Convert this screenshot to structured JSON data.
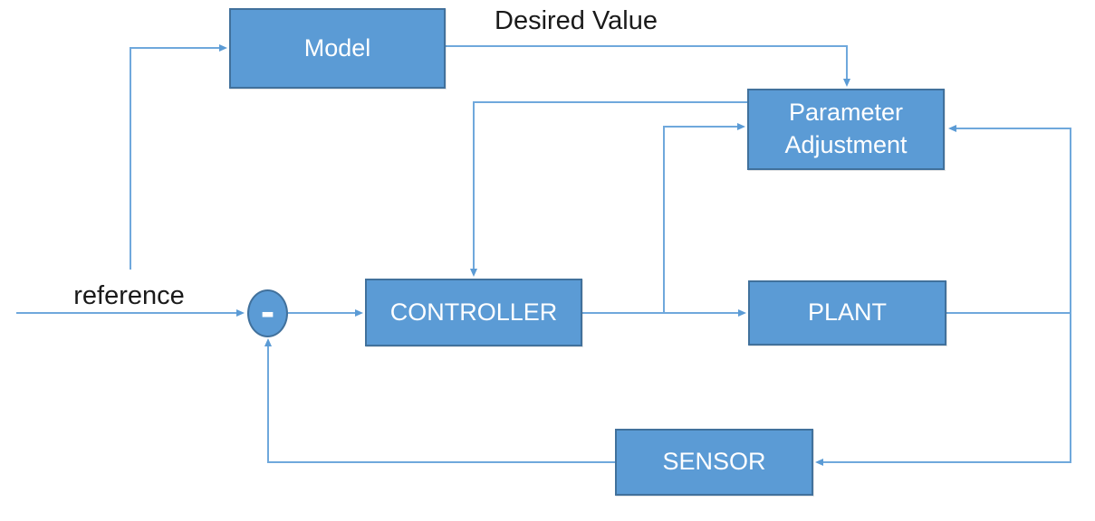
{
  "diagram_type": "block-diagram",
  "colors": {
    "node_fill": "#5B9BD5",
    "node_border": "#41719C",
    "connector": "#6FA8DC",
    "arrow": "#5B9BD5",
    "label_text": "#1a1a1a",
    "node_text": "#FFFFFF",
    "background": "#FFFFFF"
  },
  "labels": {
    "reference": "reference",
    "desired_value": "Desired Value"
  },
  "nodes": {
    "model": {
      "label": "Model"
    },
    "parameter_adjustment": {
      "label": "Parameter Adjustment"
    },
    "controller": {
      "label": "CONTROLLER"
    },
    "plant": {
      "label": "PLANT"
    },
    "sensor": {
      "label": "SENSOR"
    },
    "sum_junction": {
      "sign": "-"
    }
  },
  "edges": [
    {
      "from": "reference-input",
      "to": "sum-junction",
      "label": "reference",
      "arrow": true
    },
    {
      "from": "reference-input",
      "to": "model",
      "arrow": true
    },
    {
      "from": "model",
      "to": "parameter-adjustment",
      "label": "Desired Value",
      "arrow": true,
      "into": "top"
    },
    {
      "from": "parameter-adjustment",
      "to": "controller",
      "arrow": true,
      "into": "top"
    },
    {
      "from": "sum-junction",
      "to": "controller",
      "arrow": true,
      "into": "left"
    },
    {
      "from": "controller",
      "to": "plant",
      "arrow": true,
      "into": "left"
    },
    {
      "from": "controller-output-branch",
      "to": "parameter-adjustment",
      "arrow": true,
      "into": "left"
    },
    {
      "from": "plant-output",
      "to": "parameter-adjustment",
      "arrow": true,
      "into": "right"
    },
    {
      "from": "plant-output",
      "to": "sensor",
      "arrow": true,
      "into": "right"
    },
    {
      "from": "sensor",
      "to": "sum-junction",
      "arrow": true,
      "into": "bottom",
      "sign": "-"
    }
  ]
}
